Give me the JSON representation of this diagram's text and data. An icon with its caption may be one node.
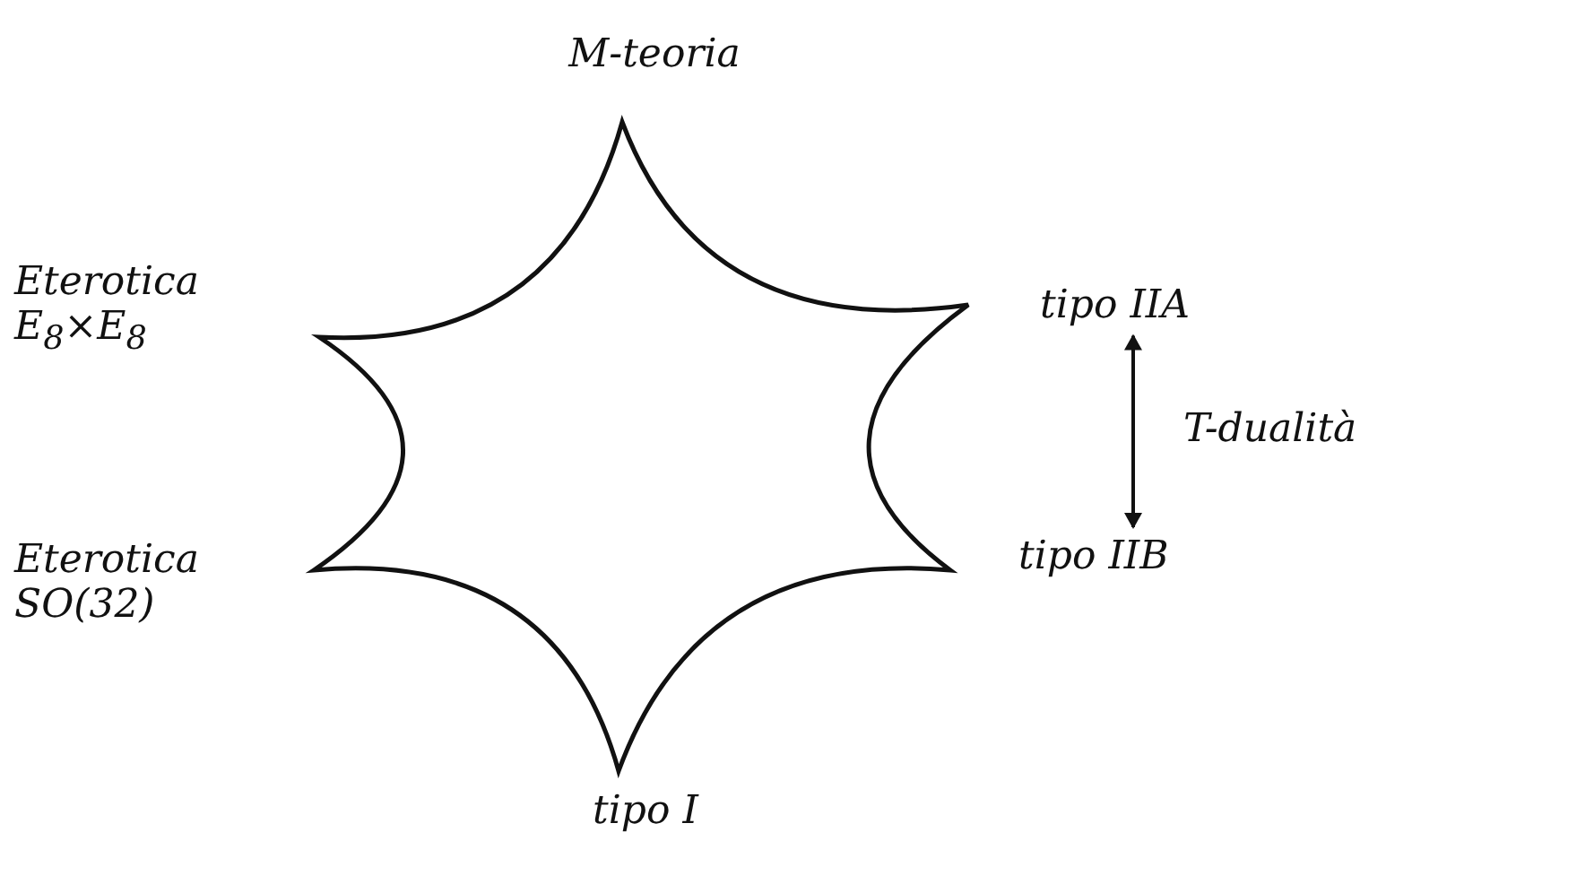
{
  "diagram": {
    "nodes": [
      {
        "text": [
          "tipo IIA"
        ]
      },
      {
        "text": [
          "tipo IIB"
        ]
      }
    ],
    "edges": [
      {
        "from": 0,
        "to": 1,
        "arrow": "both",
        "label": "T-dualità"
      }
    ],
    "labels": [
      "M-teoria",
      "Eterotica E$_{8}$×E$_{8}$",
      "Eterotica SO(32)",
      "tipo I"
    ]
  }
}
